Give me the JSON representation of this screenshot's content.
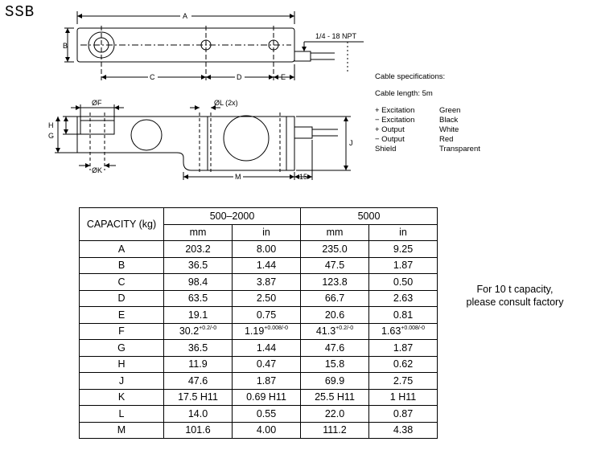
{
  "title": "SSB",
  "dimension_labels": {
    "a": "A",
    "b": "B",
    "c": "C",
    "d": "D",
    "e": "E",
    "npt": "1/4 - 18 NPT",
    "f": "ØF",
    "l": "ØL (2x)",
    "h": "H",
    "g": "G",
    "k": "ØK",
    "j": "J",
    "m": "M",
    "fifteen": "15"
  },
  "cable": {
    "heading": "Cable specifications:",
    "length": "Cable length: 5m",
    "wires": [
      {
        "signal": "+ Excitation",
        "color": "Green"
      },
      {
        "signal": "−  Excitation",
        "color": "Black"
      },
      {
        "signal": "+ Output",
        "color": "White"
      },
      {
        "signal": "−  Output",
        "color": "Red"
      },
      {
        "signal": "  Shield",
        "color": "Transparent"
      }
    ]
  },
  "table": {
    "capacity_label": "CAPACITY (kg)",
    "group1": "500–2000",
    "group2": "5000",
    "units": [
      "mm",
      "in",
      "mm",
      "in"
    ],
    "rows": [
      {
        "dim": "A",
        "v": [
          "203.2",
          "8.00",
          "235.0",
          "9.25"
        ]
      },
      {
        "dim": "B",
        "v": [
          "36.5",
          "1.44",
          "47.5",
          "1.87"
        ]
      },
      {
        "dim": "C",
        "v": [
          "98.4",
          "3.87",
          "123.8",
          "0.50"
        ]
      },
      {
        "dim": "D",
        "v": [
          "63.5",
          "2.50",
          "66.7",
          "2.63"
        ]
      },
      {
        "dim": "E",
        "v": [
          "19.1",
          "0.75",
          "20.6",
          "0.81"
        ]
      },
      {
        "dim": "F",
        "v": [
          "30.2",
          "1.19",
          "41.3",
          "1.63"
        ],
        "tol": [
          "+0.2/-0",
          "+0.008/-0",
          "+0.2/-0",
          "+0.008/-0"
        ]
      },
      {
        "dim": "G",
        "v": [
          "36.5",
          "1.44",
          "47.6",
          "1.87"
        ]
      },
      {
        "dim": "H",
        "v": [
          "11.9",
          "0.47",
          "15.8",
          "0.62"
        ]
      },
      {
        "dim": "J",
        "v": [
          "47.6",
          "1.87",
          "69.9",
          "2.75"
        ]
      },
      {
        "dim": "K",
        "v": [
          "17.5 H11",
          "0.69 H11",
          "25.5 H11",
          "1 H11"
        ]
      },
      {
        "dim": "L",
        "v": [
          "14.0",
          "0.55",
          "22.0",
          "0.87"
        ]
      },
      {
        "dim": "M",
        "v": [
          "101.6",
          "4.00",
          "111.2",
          "4.38"
        ]
      }
    ]
  },
  "note": {
    "line1": "For 10 t capacity,",
    "line2": "please consult factory"
  }
}
